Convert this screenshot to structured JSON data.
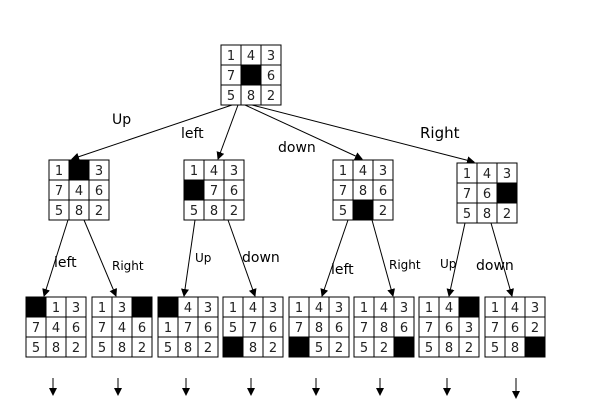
{
  "nodes": [
    {
      "id": "root",
      "cells": [
        "1",
        "4",
        "3",
        "7",
        "",
        "6",
        "5",
        "8",
        "2"
      ],
      "blank": 4
    },
    {
      "id": "l1-up",
      "cells": [
        "1",
        "",
        "3",
        "7",
        "4",
        "6",
        "5",
        "8",
        "2"
      ],
      "blank": 1
    },
    {
      "id": "l1-left",
      "cells": [
        "1",
        "4",
        "3",
        "",
        "7",
        "6",
        "5",
        "8",
        "2"
      ],
      "blank": 3
    },
    {
      "id": "l1-down",
      "cells": [
        "1",
        "4",
        "3",
        "7",
        "8",
        "6",
        "5",
        "",
        "2"
      ],
      "blank": 7
    },
    {
      "id": "l1-right",
      "cells": [
        "1",
        "4",
        "3",
        "7",
        "6",
        "",
        "5",
        "8",
        "2"
      ],
      "blank": 5
    },
    {
      "id": "l2-a",
      "cells": [
        "",
        "1",
        "3",
        "7",
        "4",
        "6",
        "5",
        "8",
        "2"
      ],
      "blank": 0
    },
    {
      "id": "l2-b",
      "cells": [
        "1",
        "3",
        "",
        "7",
        "4",
        "6",
        "5",
        "8",
        "2"
      ],
      "blank": 2
    },
    {
      "id": "l2-c",
      "cells": [
        "",
        "4",
        "3",
        "1",
        "7",
        "6",
        "5",
        "8",
        "2"
      ],
      "blank": 0
    },
    {
      "id": "l2-d",
      "cells": [
        "1",
        "4",
        "3",
        "5",
        "7",
        "6",
        "",
        "8",
        "2"
      ],
      "blank": 6
    },
    {
      "id": "l2-e",
      "cells": [
        "1",
        "4",
        "3",
        "7",
        "8",
        "6",
        "",
        "5",
        "2"
      ],
      "blank": 6
    },
    {
      "id": "l2-f",
      "cells": [
        "1",
        "4",
        "3",
        "7",
        "8",
        "6",
        "5",
        "2",
        ""
      ],
      "blank": 8
    },
    {
      "id": "l2-g",
      "cells": [
        "1",
        "4",
        "",
        "7",
        "6",
        "3",
        "5",
        "8",
        "2"
      ],
      "blank": 2
    },
    {
      "id": "l2-h",
      "cells": [
        "1",
        "4",
        "3",
        "7",
        "6",
        "2",
        "5",
        "8",
        ""
      ],
      "blank": 8
    }
  ],
  "edges": [
    {
      "from": "root",
      "to": "l1-up",
      "label": "Up"
    },
    {
      "from": "root",
      "to": "l1-left",
      "label": "left"
    },
    {
      "from": "root",
      "to": "l1-down",
      "label": "down"
    },
    {
      "from": "root",
      "to": "l1-right",
      "label": "Right"
    },
    {
      "from": "l1-up",
      "to": "l2-a",
      "label": "left"
    },
    {
      "from": "l1-up",
      "to": "l2-b",
      "label": "Right"
    },
    {
      "from": "l1-left",
      "to": "l2-c",
      "label": "Up"
    },
    {
      "from": "l1-left",
      "to": "l2-d",
      "label": "down"
    },
    {
      "from": "l1-down",
      "to": "l2-e",
      "label": "left"
    },
    {
      "from": "l1-down",
      "to": "l2-f",
      "label": "Right"
    },
    {
      "from": "l1-right",
      "to": "l2-g",
      "label": "Up"
    },
    {
      "from": "l1-right",
      "to": "l2-h",
      "label": "down"
    }
  ],
  "colors": {
    "blank": "#000000",
    "grid": "#000000",
    "arrow": "#000000"
  }
}
